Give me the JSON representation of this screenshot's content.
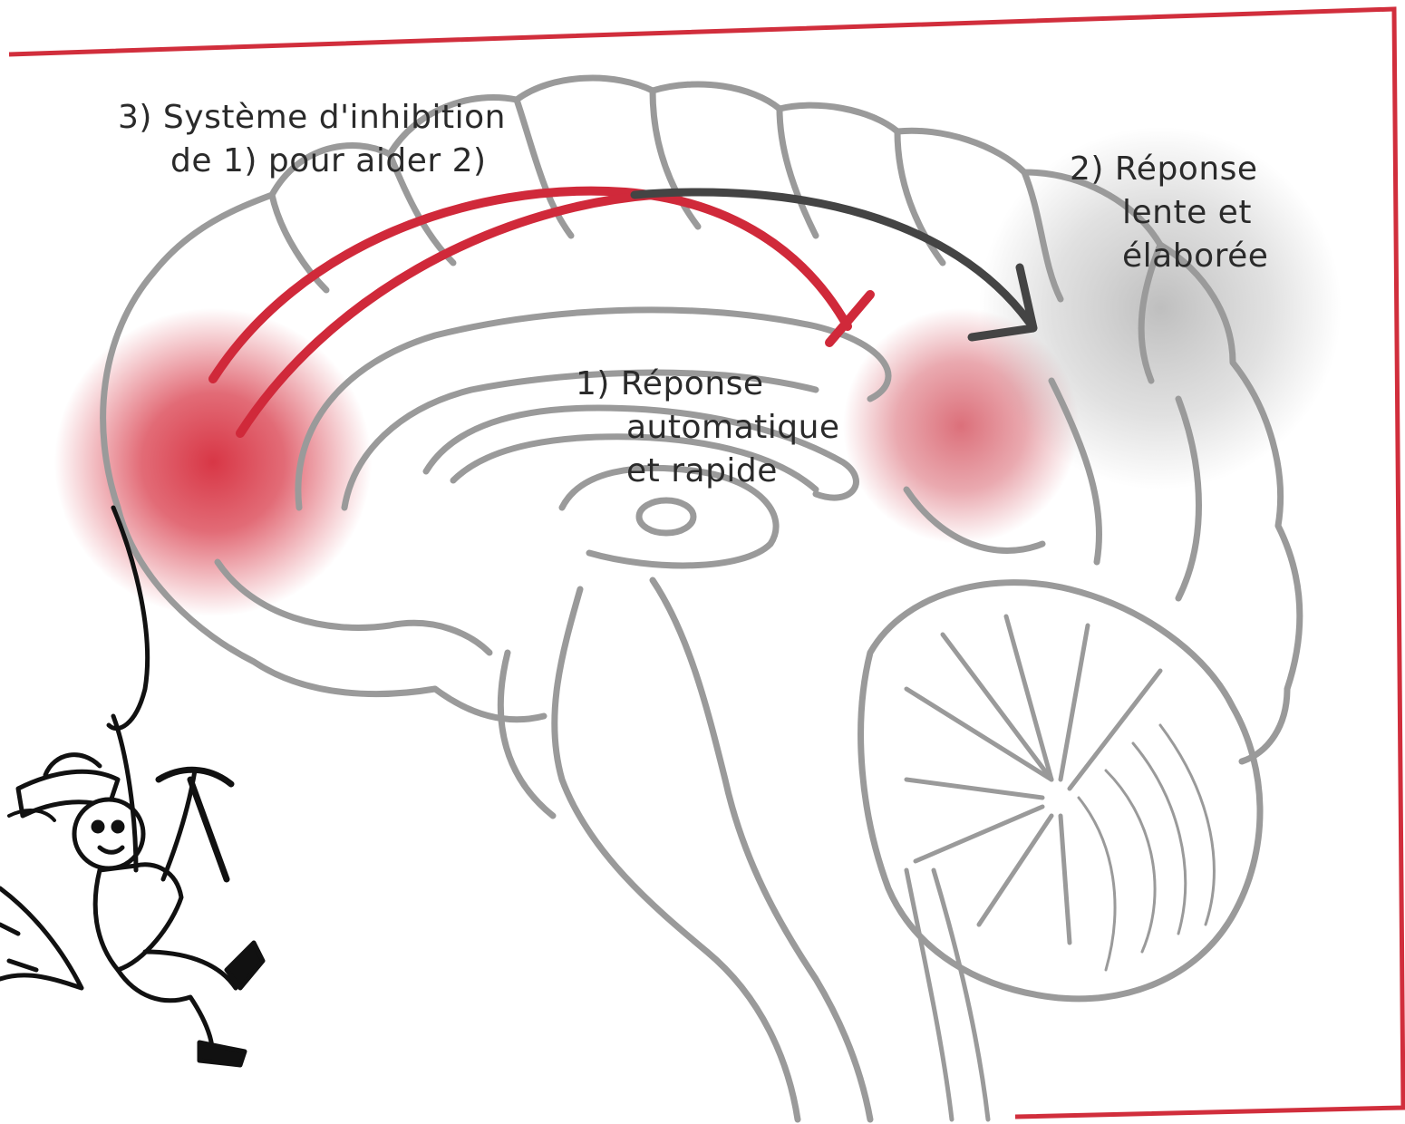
{
  "labels": {
    "inhibition": {
      "number": "3)",
      "line1": "Système d'inhibition",
      "line2": "de 1) pour aider 2)"
    },
    "slow": {
      "number": "2)",
      "line1": "Réponse",
      "line2": "lente et",
      "line3": "élaborée"
    },
    "fast": {
      "number": "1)",
      "line1": "Réponse",
      "line2": "automatique",
      "line3": "et rapide"
    }
  },
  "colors": {
    "frame": "#d12e3c",
    "inhibition_arc": "#d0293a",
    "activation_arrow": "#444444",
    "brain_outline": "#9a9a9a",
    "highlight_prefrontal": "#d62c3c",
    "highlight_slow": "#9a9a9a",
    "cartoon_ink": "#111111"
  },
  "icons": [
    "brain-illustration",
    "pickaxe-climber-cartoon"
  ]
}
